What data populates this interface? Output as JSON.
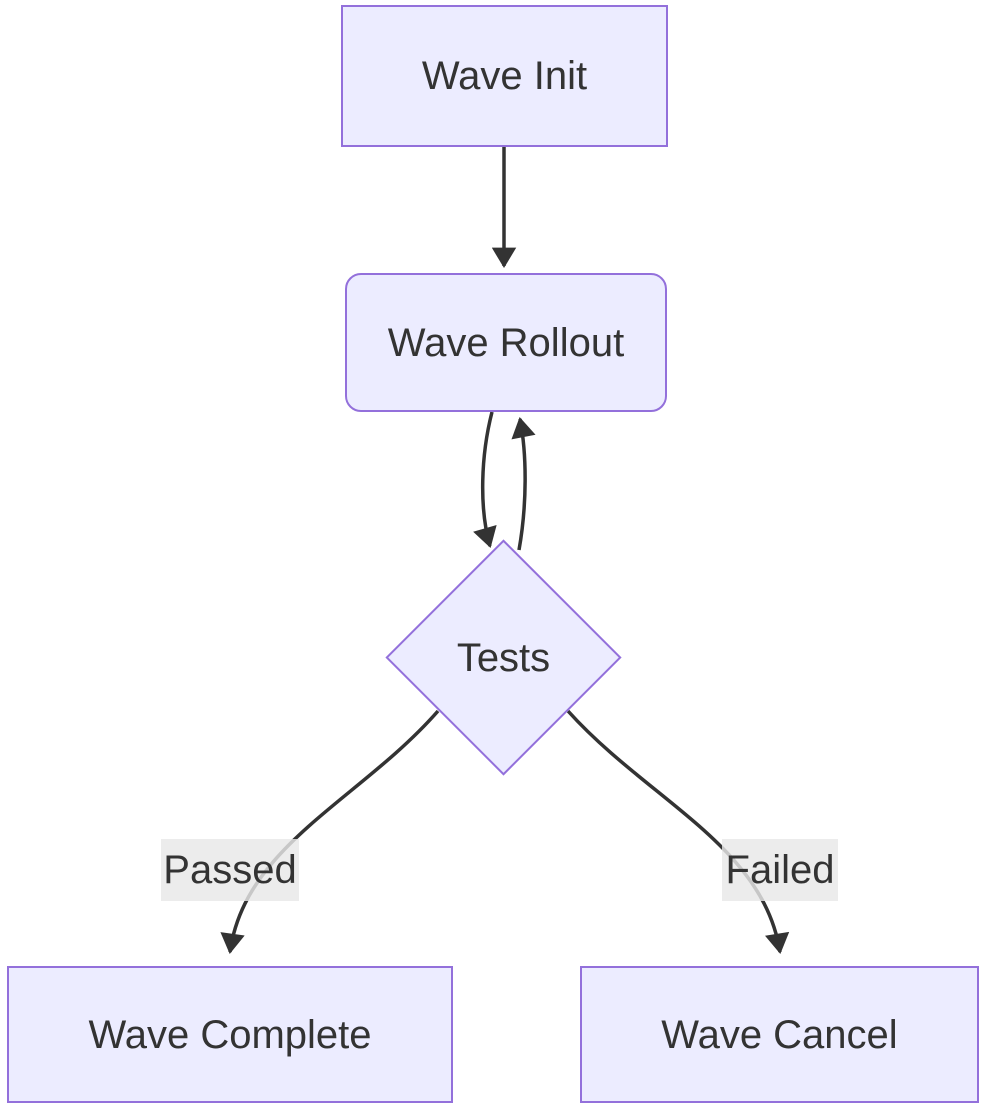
{
  "diagram": {
    "type": "flowchart",
    "direction": "top-to-bottom",
    "nodes": {
      "wave_init": {
        "label": "Wave Init",
        "shape": "rectangle"
      },
      "wave_rollout": {
        "label": "Wave Rollout",
        "shape": "rounded-rectangle"
      },
      "tests": {
        "label": "Tests",
        "shape": "diamond"
      },
      "wave_complete": {
        "label": "Wave Complete",
        "shape": "rectangle"
      },
      "wave_cancel": {
        "label": "Wave Cancel",
        "shape": "rectangle"
      }
    },
    "edges": [
      {
        "from": "Wave Init",
        "to": "Wave Rollout",
        "label": ""
      },
      {
        "from": "Wave Rollout",
        "to": "Tests",
        "label": ""
      },
      {
        "from": "Tests",
        "to": "Wave Rollout",
        "label": ""
      },
      {
        "from": "Tests",
        "to": "Wave Complete",
        "label": "Passed"
      },
      {
        "from": "Tests",
        "to": "Wave Cancel",
        "label": "Failed"
      }
    ],
    "edge_labels": {
      "passed": {
        "label": "Passed"
      },
      "failed": {
        "label": "Failed"
      }
    },
    "colors": {
      "node_fill": "#ECECFF",
      "node_border": "#9370DB",
      "edge": "#333333",
      "edge_label_bg": "#e8e8e8",
      "text": "#333333",
      "background": "#ffffff"
    }
  }
}
